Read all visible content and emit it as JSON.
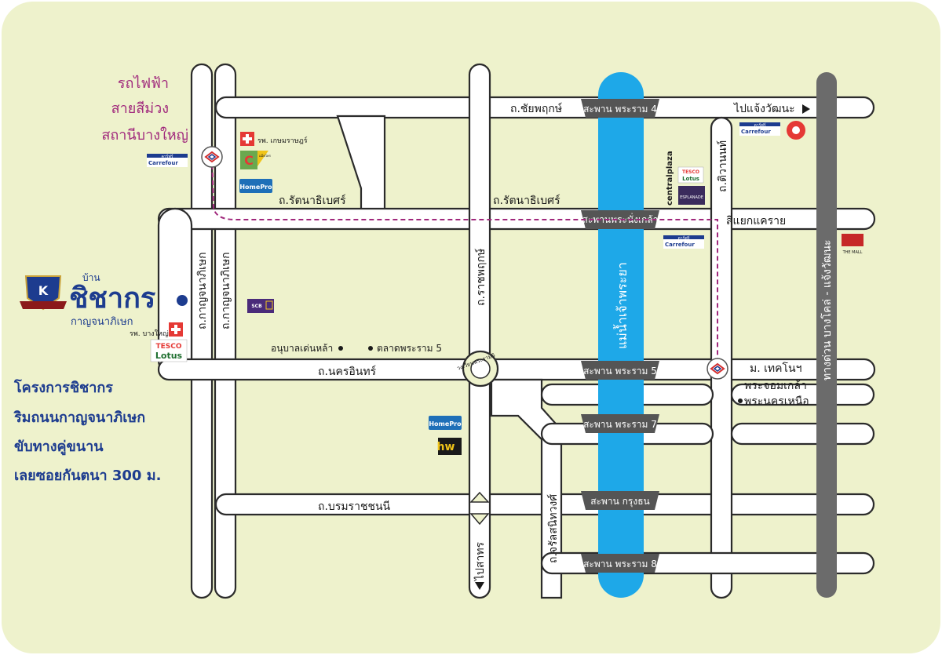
{
  "project": {
    "brand_prefix": "บ้าน",
    "brand_name": "ชิชากร",
    "brand_sub": "กาญจนาภิเษก",
    "desc_line1": "โครงการชิชากร",
    "desc_line2": "ริมถนนกาญจนาภิเษก",
    "desc_line3": "ขับทางคู่ขนาน",
    "desc_line4": "เลยซอยกันตนา 300 ม."
  },
  "transit": {
    "line1": "รถไฟฟ้า",
    "line2": "สายสีม่วง",
    "line3": "สถานีบางใหญ่"
  },
  "roads": {
    "chaiyaphruek": "ถ.ชัยพฤกษ์",
    "rattanathibet_1": "ถ.รัตนาธิเบศร์",
    "rattanathibet_2": "ถ.รัตนาธิเบศร์",
    "nakhon_in": "ถ.นครอินทร์",
    "borommaratchachonnani": "ถ.บรมราชชนนี",
    "ratchaphruek": "ถ.ราชพฤกษ์",
    "kanchanaphisek_1": "ถ.กาญจนาภิเษก",
    "kanchanaphisek_2": "ถ.กาญจนาภิเษก",
    "tiwanon": "ถ.ติวานนท์",
    "charan_sanitwong": "ถ.จรัลสนิทวงศ์",
    "expressway": "ทางด่วน บางโคล่ - แจ้งวัฒนะ",
    "khae_rai": "สี่แยกแคราย",
    "roundabout": "วงเวียนพระราม5",
    "to_chaeng_watthana": "ไปแจ้งวัฒนะ",
    "to_sathorn": "ไปสาทร"
  },
  "river": {
    "name": "แม่น้ำเจ้าพระยา"
  },
  "bridges": {
    "rama4": "สะพาน พระราม 4",
    "nonthaburi": "สะพานพระนั่งเกล้า",
    "rama5": "สะพาน พระราม 5",
    "rama7": "สะพาน พระราม 7",
    "krungthon": "สะพาน กรุงธน",
    "rama8": "สะพาน พระราม 8"
  },
  "places": {
    "hospital_kasemrad": "รพ. เกษมราษฎร์",
    "hospital_bangyai": "รพ. บางใหญ่",
    "kindergarten": "อนุบาลเด่นหล้า",
    "market_rama5": "ตลาดพระราม 5",
    "university": "ม. เทคโนฯ",
    "university_line2": "พระจอมเกล้า",
    "university_line3": "พระนครเหนือ"
  },
  "logos": {
    "carrefour": "Carrefour",
    "carrefour_thai": "คาร์ฟูร์",
    "tesco": "TESCO",
    "lotus": "Lotus",
    "homepro": "HomePro",
    "central": "centralplaza",
    "esplanade": "ESPLANADE",
    "scb": "SCB",
    "mall": "THE MALL",
    "hw": "hw",
    "big_c": "C",
    "makro": "แม็คโคร",
    "crest_letter": "K"
  },
  "colors": {
    "background": "#eef2cc",
    "river": "#1ea8e8",
    "expressway": "#6b6b6b",
    "bridge": "#555555",
    "purple": "#a0287c",
    "brand_blue": "#1d3c8f"
  }
}
